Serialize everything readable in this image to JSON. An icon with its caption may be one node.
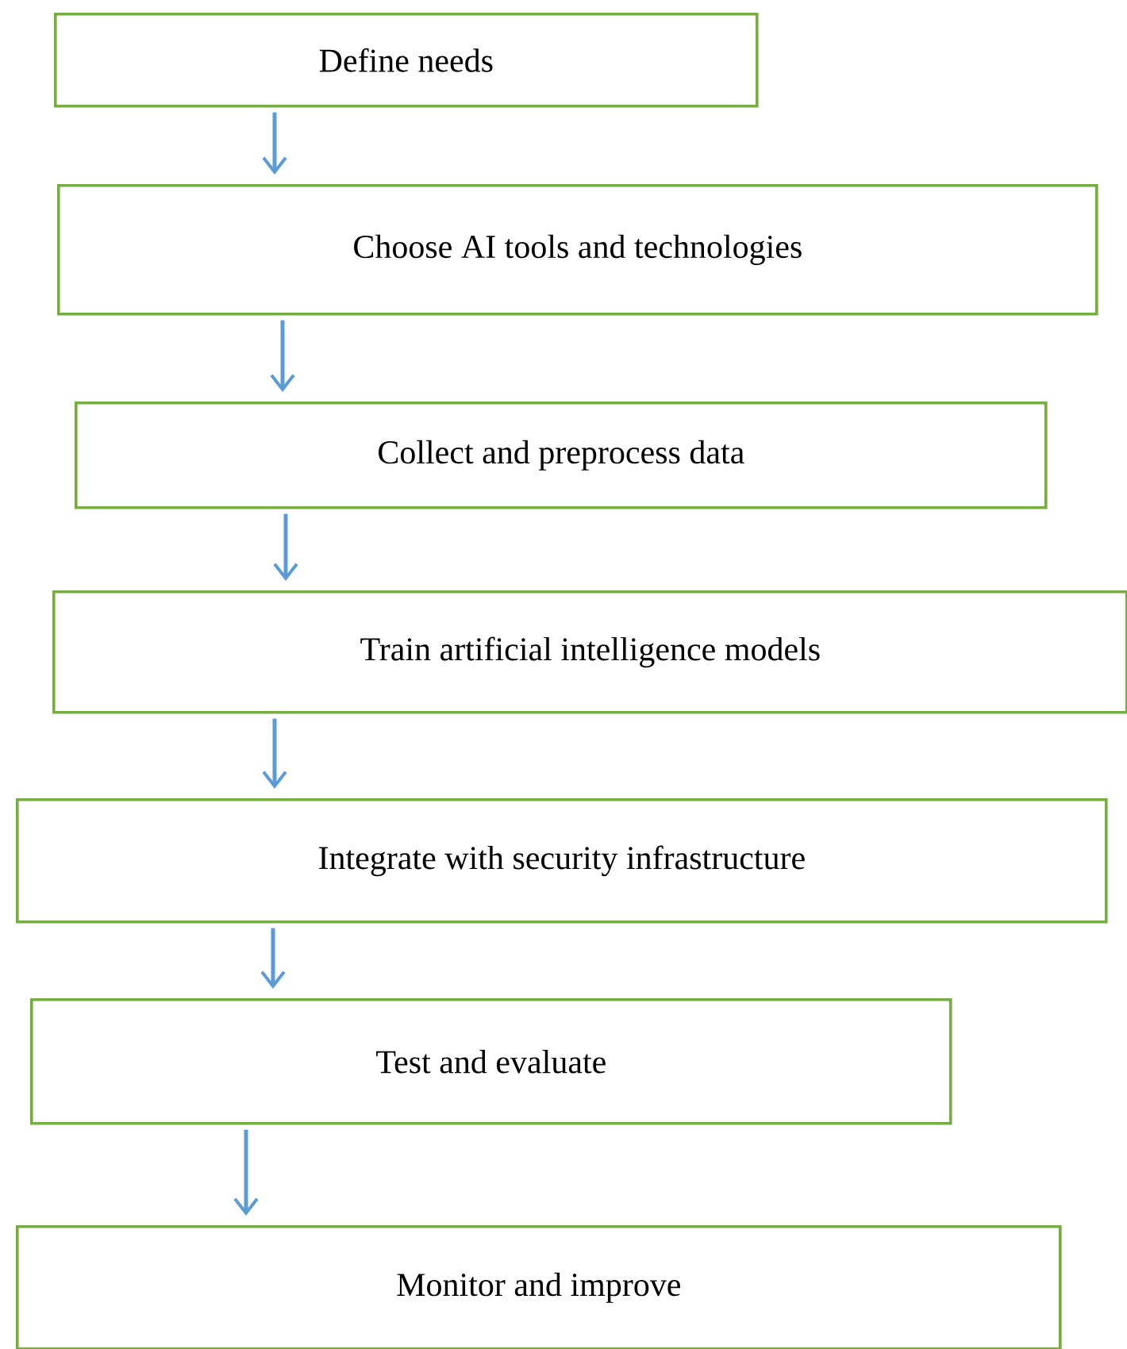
{
  "diagram": {
    "nodes": [
      {
        "text": [
          "Define needs"
        ]
      },
      {
        "text": [
          "Choose AI tools and technologies"
        ]
      },
      {
        "text": [
          "Collect and preprocess data"
        ]
      },
      {
        "text": [
          "Train artificial intelligence models"
        ]
      },
      {
        "text": [
          "Integrate with security infrastructure"
        ]
      },
      {
        "text": [
          "Test and evaluate"
        ]
      },
      {
        "text": [
          "Monitor and improve"
        ]
      }
    ],
    "edges": [
      {
        "from": 0,
        "to": 1,
        "arrow": "to"
      },
      {
        "from": 1,
        "to": 2,
        "arrow": "to"
      },
      {
        "from": 2,
        "to": 3,
        "arrow": "to"
      },
      {
        "from": 3,
        "to": 4,
        "arrow": "to"
      },
      {
        "from": 4,
        "to": 5,
        "arrow": "to"
      },
      {
        "from": 5,
        "to": 6,
        "arrow": "to"
      }
    ]
  }
}
